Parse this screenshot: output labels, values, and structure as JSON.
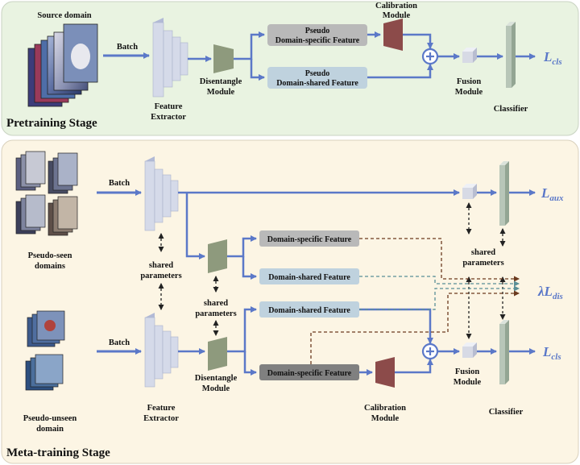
{
  "pretrain": {
    "stage_title": "Pretraining Stage",
    "source_domain": "Source domain",
    "batch": "Batch",
    "feature_extractor": [
      "Feature",
      "Extractor"
    ],
    "disentangle_module": [
      "Disentangle",
      "Module"
    ],
    "specific_box": [
      "Pseudo",
      "Domain-specific Feature"
    ],
    "shared_box": [
      "Pseudo",
      "Domain-shared Feature"
    ],
    "calibration_module": [
      "Calibration",
      "Module"
    ],
    "fusion_module": [
      "Fusion",
      "Module"
    ],
    "classifier": "Classifier",
    "loss": {
      "main": "L",
      "sub": "cls"
    }
  },
  "meta": {
    "stage_title": "Meta-training Stage",
    "pseudo_seen": [
      "Pseudo-seen",
      "domains"
    ],
    "pseudo_unseen": [
      "Pseudo-unseen",
      "domain"
    ],
    "batch_top": "Batch",
    "batch_bottom": "Batch",
    "shared_params_left": [
      "shared",
      "parameters"
    ],
    "shared_params_mid": [
      "shared",
      "parameters"
    ],
    "shared_params_right": [
      "shared",
      "parameters"
    ],
    "top_specific": "Domain-specific Feature",
    "top_shared": "Domain-shared Feature",
    "bottom_shared": "Domain-shared Feature",
    "bottom_specific": "Domain-specific Feature",
    "feature_extractor": [
      "Feature",
      "Extractor"
    ],
    "disentangle_module": [
      "Disentangle",
      "Module"
    ],
    "calibration_module": [
      "Calibration",
      "Module"
    ],
    "fusion_module": [
      "Fusion",
      "Module"
    ],
    "classifier": "Classifier",
    "loss_aux": {
      "main": "L",
      "sub": "aux"
    },
    "loss_dis": {
      "prefix": "λ",
      "main": "L",
      "sub": "dis"
    },
    "loss_cls": {
      "main": "L",
      "sub": "cls"
    }
  },
  "colors": {
    "arrow": "#5b78c8",
    "top_panel": "#e9f3e1",
    "bottom_panel": "#fcf5e4",
    "extractor": "#d5dae9",
    "disentangle": "#8e9a7d",
    "calibration": "#8c4b4a",
    "fusion": "#d7dae5",
    "classifier": "#b8c6b8",
    "box_shared": "#bfd2de",
    "box_specific_pre": "#b9b9b9",
    "box_specific_meta": "#808080",
    "dash_brown": "#6b3a1f",
    "dash_teal": "#5a8f96"
  }
}
